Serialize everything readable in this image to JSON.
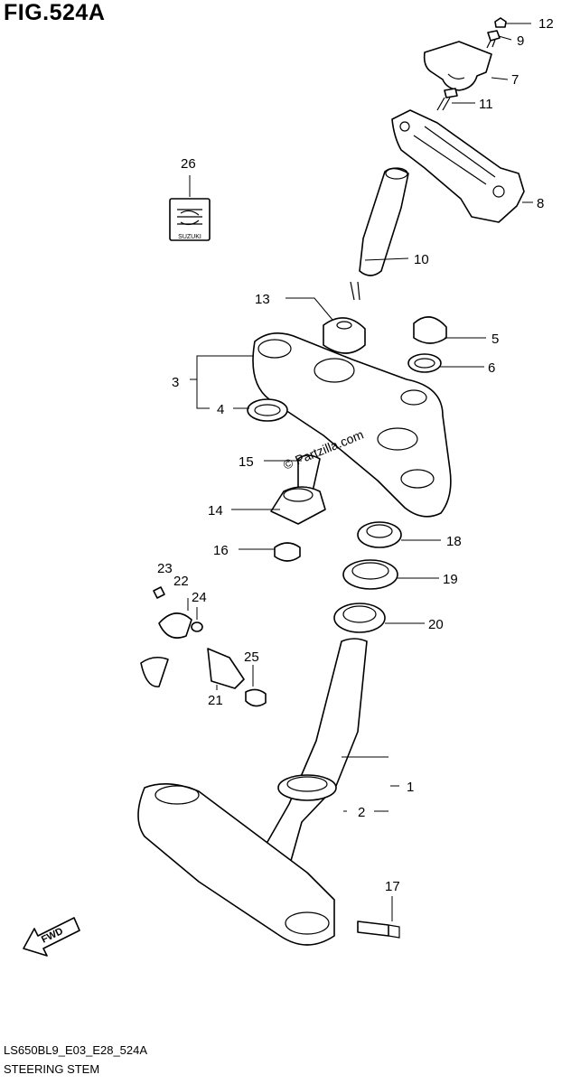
{
  "figure": {
    "title": "FIG.524A",
    "model_code": "LS650BL9_E03_E28_524A",
    "section_name": "STEERING STEM"
  },
  "watermark": "© Partzilla.com",
  "fwd_label": "FWD",
  "emblem_text": "SUZUKI",
  "callouts": [
    {
      "id": "callout-1",
      "label": "1"
    },
    {
      "id": "callout-2",
      "label": "2"
    },
    {
      "id": "callout-3",
      "label": "3"
    },
    {
      "id": "callout-4",
      "label": "4"
    },
    {
      "id": "callout-5",
      "label": "5"
    },
    {
      "id": "callout-6",
      "label": "6"
    },
    {
      "id": "callout-7",
      "label": "7"
    },
    {
      "id": "callout-8",
      "label": "8"
    },
    {
      "id": "callout-9",
      "label": "9"
    },
    {
      "id": "callout-10",
      "label": "10"
    },
    {
      "id": "callout-11",
      "label": "11"
    },
    {
      "id": "callout-12",
      "label": "12"
    },
    {
      "id": "callout-13",
      "label": "13"
    },
    {
      "id": "callout-14",
      "label": "14"
    },
    {
      "id": "callout-15",
      "label": "15"
    },
    {
      "id": "callout-16",
      "label": "16"
    },
    {
      "id": "callout-17",
      "label": "17"
    },
    {
      "id": "callout-18",
      "label": "18"
    },
    {
      "id": "callout-19",
      "label": "19"
    },
    {
      "id": "callout-20",
      "label": "20"
    },
    {
      "id": "callout-21",
      "label": "21"
    },
    {
      "id": "callout-22",
      "label": "22"
    },
    {
      "id": "callout-23",
      "label": "23"
    },
    {
      "id": "callout-24",
      "label": "24"
    },
    {
      "id": "callout-25",
      "label": "25"
    },
    {
      "id": "callout-26",
      "label": "26"
    }
  ]
}
